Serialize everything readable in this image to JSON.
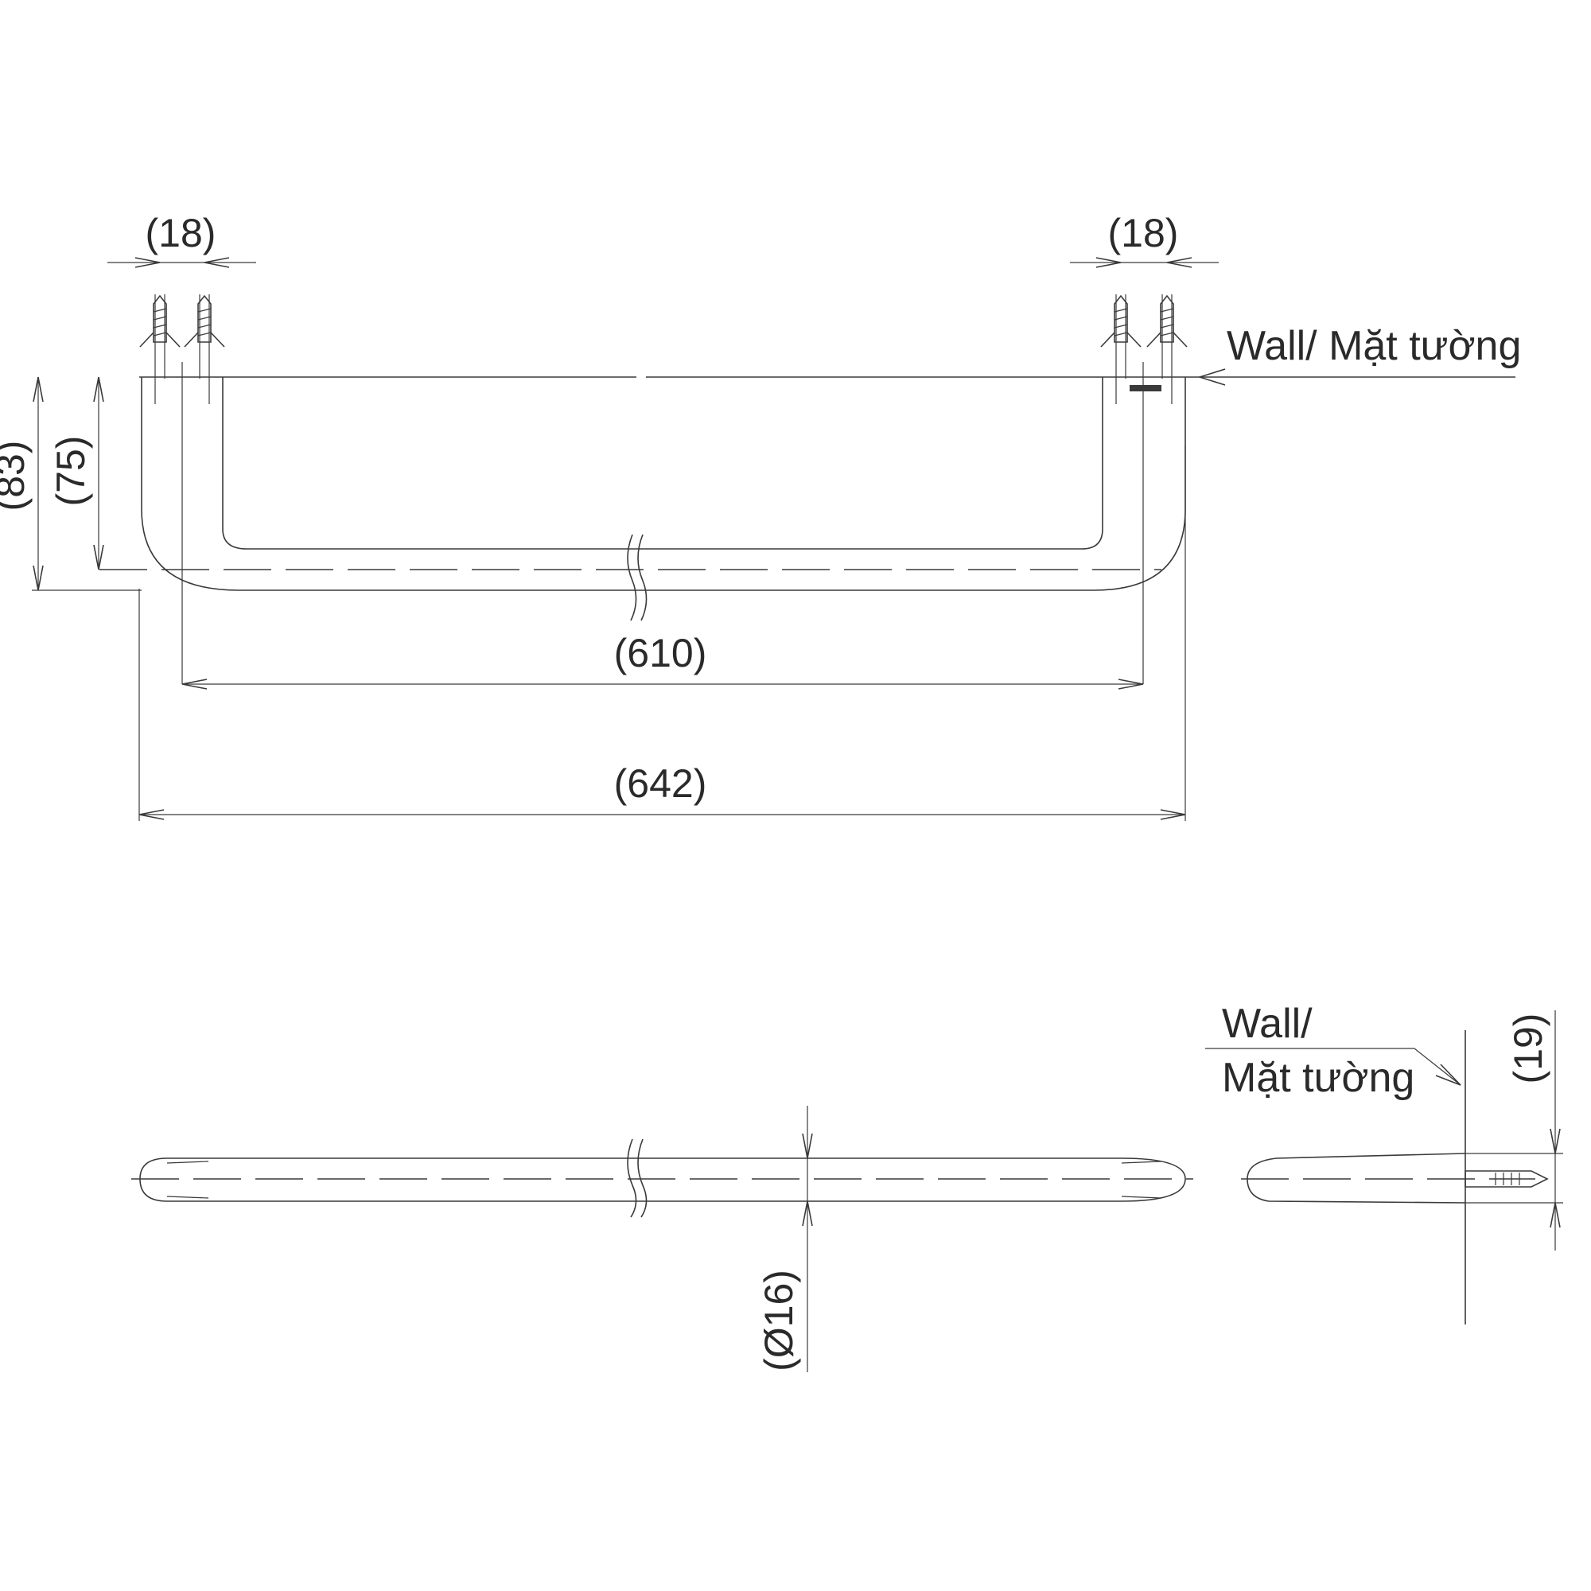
{
  "dimensions": {
    "left_anchor_spacing": "(18)",
    "right_anchor_spacing": "(18)",
    "total_projection": "(83)",
    "centerline_projection": "(75)",
    "center_to_center": "(610)",
    "overall_length": "(642)",
    "bar_diameter": "(Ø16)",
    "mount_height": "(19)"
  },
  "labels": {
    "wall_top": "Wall/ Mặt tường",
    "wall_side_line1": "Wall/",
    "wall_side_line2": "Mặt tường"
  }
}
